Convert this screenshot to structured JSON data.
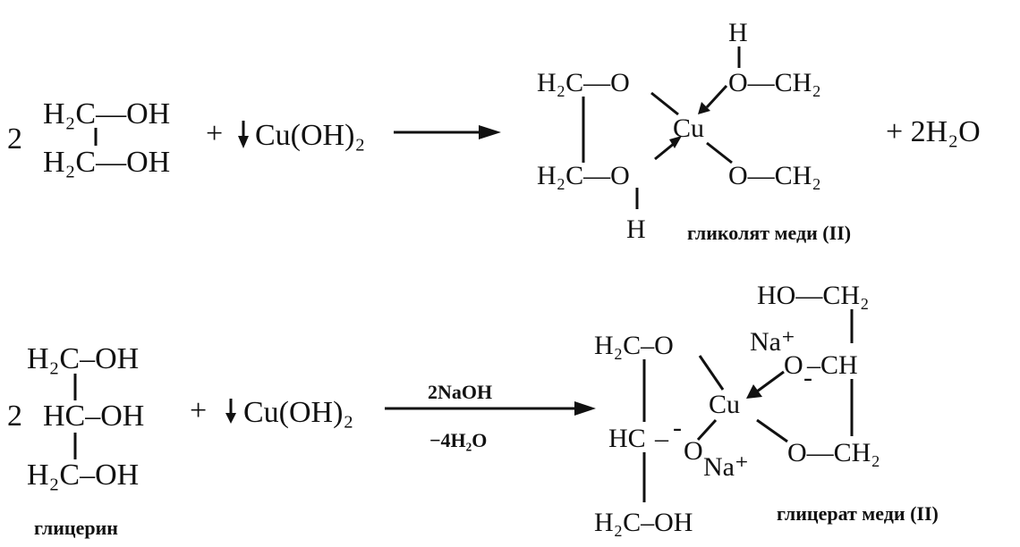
{
  "reaction1": {
    "coef": "2",
    "glycol_top": "H₂C—OH",
    "glycol_bottom": "H₂C—OH",
    "plus": "+",
    "reagent": "Cu(OH)₂",
    "complex": {
      "l_top": "H₂C—O",
      "l_bottom": "H₂C—O",
      "l_h": "H",
      "center": "Cu",
      "r_h": "H",
      "r_top": "O—CH₂",
      "r_bottom": "O—CH₂"
    },
    "byproduct": "+ 2H₂O",
    "product_name": "гликолят меди (II)"
  },
  "reaction2": {
    "coef": "2",
    "gly_top": "H₂C–OH",
    "gly_mid": "HC–OH",
    "gly_bottom": "H₂C–OH",
    "reactant_name": "глицерин",
    "plus": "+",
    "reagent": "Cu(OH)₂",
    "condition_top": "2NaOH",
    "condition_bottom": "−4H₂O",
    "complex": {
      "l_top": "H₂C–O",
      "l_mid_hc": "HC",
      "l_mid_dash": "–",
      "l_mid_minus": "-",
      "l_mid_o": "O",
      "l_na": "Na⁺",
      "l_bottom": "H₂C–OH",
      "center": "Cu",
      "r_na": "Na⁺",
      "r_top": "HO—CH₂",
      "r_mid_o": "O",
      "r_mid_minus": "-",
      "r_mid_rest": "–CH",
      "r_bottom": "O—CH₂"
    },
    "product_name": "глицерат меди (II)"
  }
}
